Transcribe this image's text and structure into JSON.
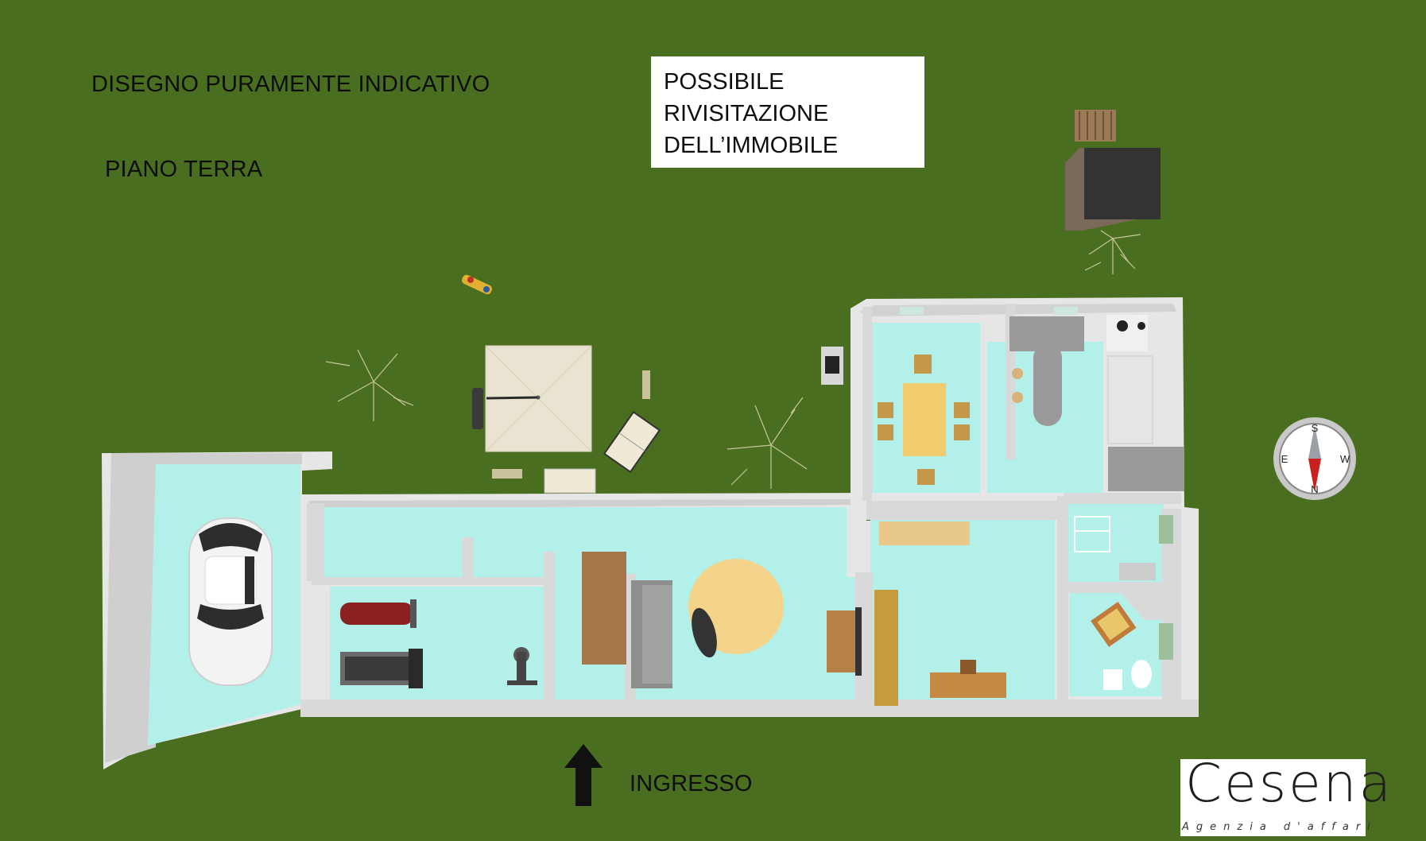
{
  "labels": {
    "disclaimer": "DISEGNO PURAMENTE INDICATIVO",
    "floor": "PIANO TERRA",
    "entrance": "INGRESSO"
  },
  "note": {
    "line1": "POSSIBILE",
    "line2": "RIVISITAZIONE",
    "line3": "DELL’IMMOBILE"
  },
  "compass": {
    "north": "N",
    "south": "S",
    "east": "E",
    "west": "W"
  },
  "logo": {
    "name": "Cesena",
    "tagline": "Agenzia d'affari"
  },
  "colors": {
    "lawn": "#4a6e1f",
    "floor": "#b4f0ea",
    "wall": "#e6e6e6",
    "logo_accent": "#2a9d9a"
  }
}
